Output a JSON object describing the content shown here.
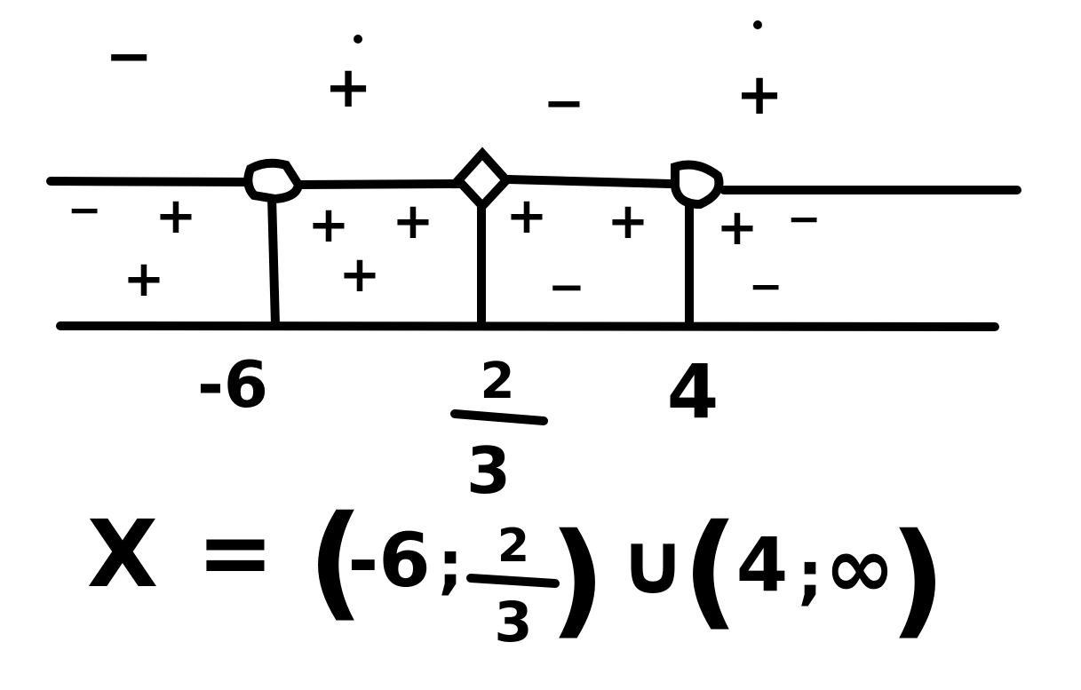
{
  "diagram": {
    "ink_color": "#000000",
    "background_color": "#ffffff",
    "critical_points": [
      {
        "value": "-6",
        "marker": "open-circle"
      },
      {
        "value_num": "2",
        "value_den": "3",
        "marker": "open-diamond"
      },
      {
        "value": "4",
        "marker": "open-circle"
      }
    ],
    "interval_signs": [
      "−",
      "+",
      "−",
      "+"
    ],
    "factor_signs": [
      [
        "−",
        "+",
        "+"
      ],
      [
        "+",
        "+",
        "+"
      ],
      [
        "+",
        "+",
        "−"
      ],
      [
        "+",
        "−",
        "−"
      ]
    ]
  },
  "answer": {
    "variable": "X",
    "equals": "=",
    "interval1_open": "(",
    "interval1_left": "-6",
    "interval1_sep": ";",
    "interval1_right_num": "2",
    "interval1_right_den": "3",
    "interval1_close": ")",
    "union": "∪",
    "interval2_open": "(",
    "interval2_left": "4",
    "interval2_sep": ";",
    "interval2_right": "∞",
    "interval2_close": ")"
  }
}
